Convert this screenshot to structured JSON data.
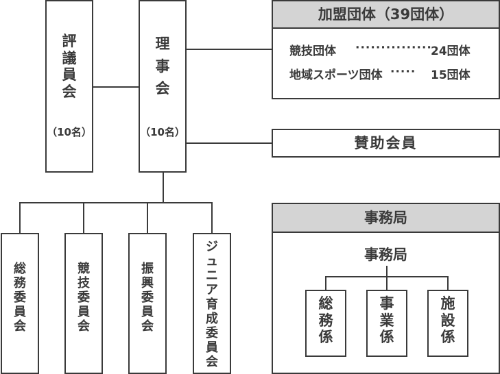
{
  "council": {
    "label": "評議員会",
    "count": "（10名）"
  },
  "board": {
    "label": "理事会",
    "count": "（10名）"
  },
  "member_orgs": {
    "title": "加盟団体（39団体）",
    "rows": [
      {
        "name": "競技団体 ",
        "dots": "···············",
        "value": "24団体"
      },
      {
        "name": "地域スポーツ団体",
        "dots": "·····",
        "value": "15団体"
      }
    ]
  },
  "supporters": {
    "label": "賛助会員"
  },
  "committees": [
    {
      "label": "総務委員会"
    },
    {
      "label": "競技委員会"
    },
    {
      "label": "振興委員会"
    },
    {
      "label": "ジュニア育成委員会"
    }
  ],
  "secretariat": {
    "title": "事務局",
    "head": "事務局",
    "sections": [
      {
        "label": "総務係"
      },
      {
        "label": "事業係"
      },
      {
        "label": "施設係"
      }
    ]
  }
}
